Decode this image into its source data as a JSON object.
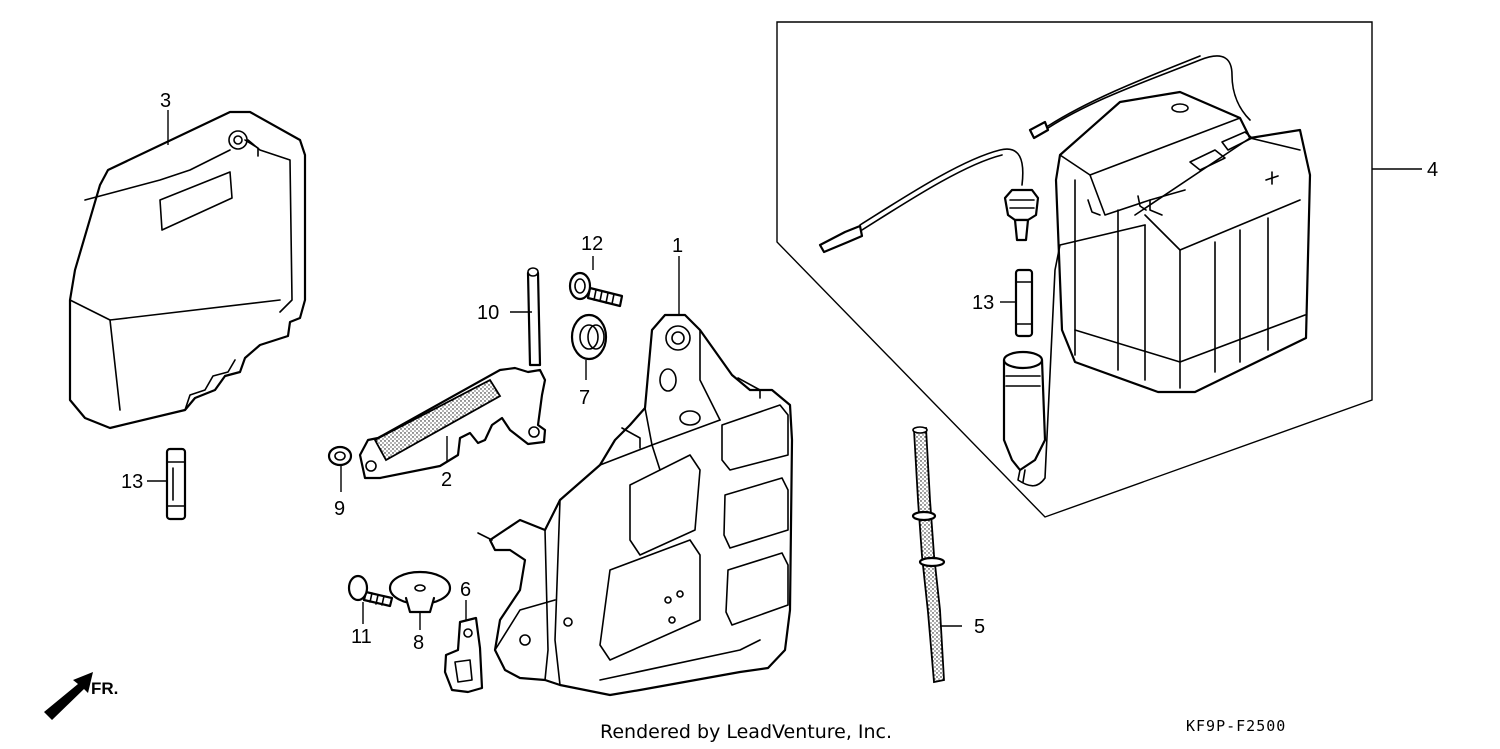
{
  "diagram": {
    "drawing_code": "KF9P-F2500",
    "credit": "Rendered by LeadVenture, Inc.",
    "direction_label": "FR.",
    "callouts": {
      "c1": "1",
      "c2": "2",
      "c3": "3",
      "c4": "4",
      "c5": "5",
      "c6": "6",
      "c7": "7",
      "c8": "8",
      "c9": "9",
      "c10": "10",
      "c11": "11",
      "c12": "12",
      "c13a": "13",
      "c13b": "13"
    }
  }
}
